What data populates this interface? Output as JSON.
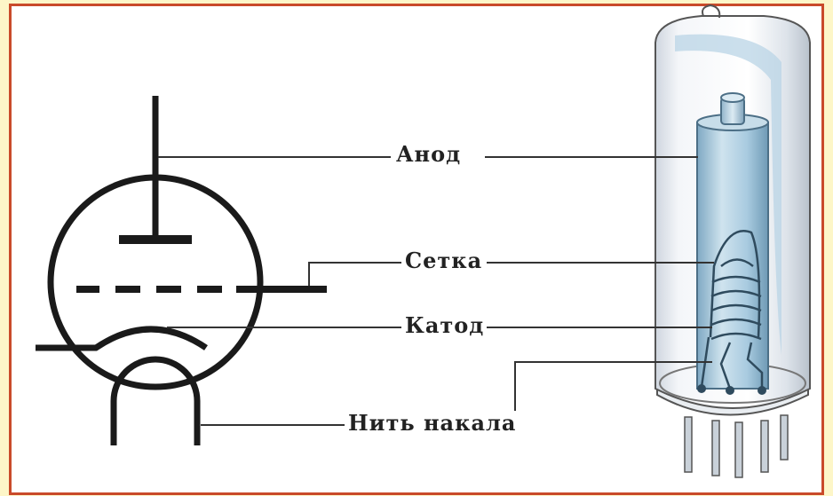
{
  "labels": {
    "anode": "Анод",
    "grid": "Сетка",
    "cathode": "Катод",
    "filament": "Нить накала"
  },
  "colors": {
    "frame": "#c94a2a",
    "background": "#fdf6c8",
    "line": "#1a1a1a",
    "glass": "#dfe6ee",
    "electrode": "#9fc3d8"
  }
}
